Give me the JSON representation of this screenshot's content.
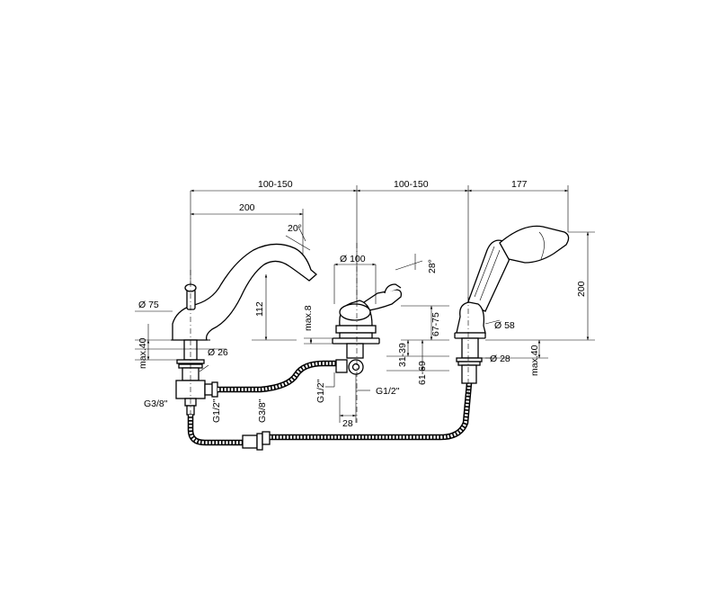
{
  "dimensions": {
    "spout_spacing": "100-150",
    "shower_spacing": "100-150",
    "handshower_offset": "177",
    "spout_reach": "200",
    "spout_angle": "20°",
    "spout_diameter_base": "Ø 75",
    "spout_height": "112",
    "spout_shank_diameter": "Ø 26",
    "spout_deck_max": "max.40",
    "spout_inlet_thread": "G3/8\"",
    "spout_side_thread": "G1/2\"",
    "hose_thread": "G3/8\"",
    "mixer_diameter": "Ø 100",
    "mixer_angle": "28°",
    "mixer_max": "max.8",
    "mixer_height_1": "67-75",
    "mixer_height_2": "31-39",
    "mixer_height_3": "61-69",
    "mixer_side_thread": "G1/2\"",
    "mixer_bottom_thread": "G1/2\"",
    "mixer_offset": "28",
    "handshower_height": "200",
    "handshower_diameter": "Ø 58",
    "handshower_shank_diameter": "Ø 28",
    "handshower_deck_max": "max.40"
  }
}
